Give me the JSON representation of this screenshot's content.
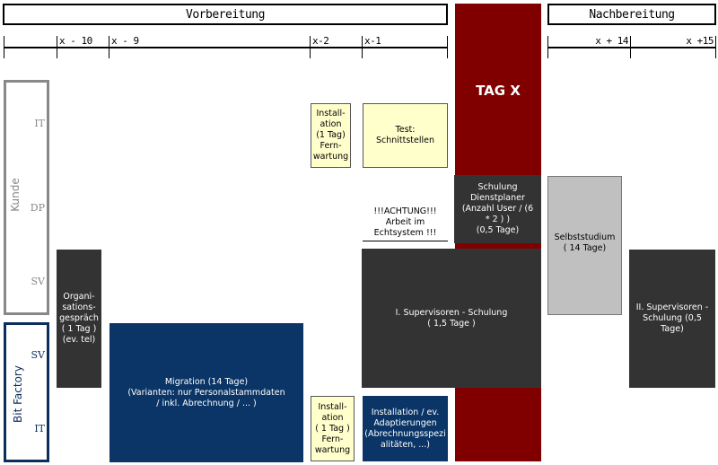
{
  "phases": {
    "pre": "Vorbereitung",
    "post": "Nachbereitung",
    "day": "TAG X"
  },
  "timeline": {
    "x_minus_10": "x - 10",
    "x_minus_9": "x - 9",
    "x_minus_2": "x-2",
    "x_minus_1": "x-1",
    "x_plus_14": "x + 14",
    "x_plus_15": "x +15"
  },
  "groups": {
    "kunde": {
      "label": "Kunde",
      "rows": [
        "IT",
        "DP",
        "SV"
      ]
    },
    "bitfactory": {
      "label": "Bit Factory",
      "rows": [
        "SV",
        "IT"
      ]
    }
  },
  "tasks": {
    "install_kunde": "Install-\nation\n(1 Tag)\nFern-\nwartung",
    "test": "Test:\nSchnittstellen",
    "schulung_dp": "Schulung\nDienstplaner\n(Anzahl User /  (6\n* 2 ) )\n(0,5 Tage)",
    "achtung": "!!!ACHTUNG!!!\nArbeit im\nEchtsystem !!!",
    "orga": "Organi-\nsations-\ngespräch\n( 1 Tag )\n(ev. tel)",
    "sv1": "I. Supervisoren - Schulung\n( 1,5 Tage )",
    "selbst": "Selbststudium\n( 14 Tage)",
    "sv2": "II. Supervisoren -\nSchulung (0,5\nTage)",
    "migration": "Migration (14 Tage)\n(Varianten: nur Personalstammdaten\n/ inkl. Abrechnung / ... )",
    "install_bf": "Install-\nation\n( 1 Tag )\nFern-\nwartung",
    "install_adapt": "Installation / ev.\nAdaptierungen\n(Abrechnungsspezi\nalitäten, ...)"
  },
  "colors": {
    "tag_x": "#800000",
    "dark": "#333333",
    "navy": "#0a3566",
    "yellow": "#ffffcc",
    "gray": "#c0c0c0"
  }
}
